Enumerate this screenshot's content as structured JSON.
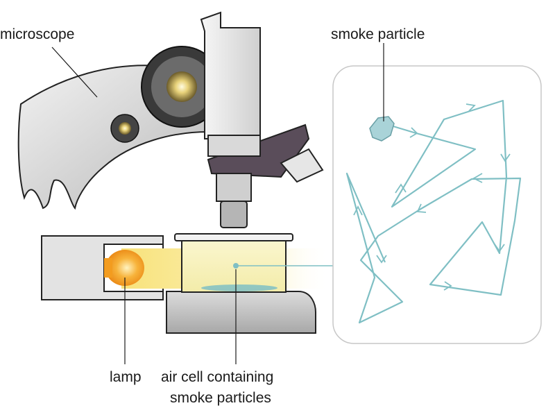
{
  "labels": {
    "microscope": "microscope",
    "smoke_particle": "smoke particle",
    "lamp": "lamp",
    "air_cell_line1": "air cell containing",
    "air_cell_line2": "smoke particles"
  },
  "colors": {
    "brownian_path": "#7fbfc4",
    "light_beam": "#f6e79a",
    "lamp_glow": "#f39c1f",
    "microscope_body": "#dcdcdc",
    "stage": "#c8c8c8"
  },
  "icons": {
    "lamp": "lamp-bulb-icon",
    "particle": "smoke-particle-icon"
  }
}
